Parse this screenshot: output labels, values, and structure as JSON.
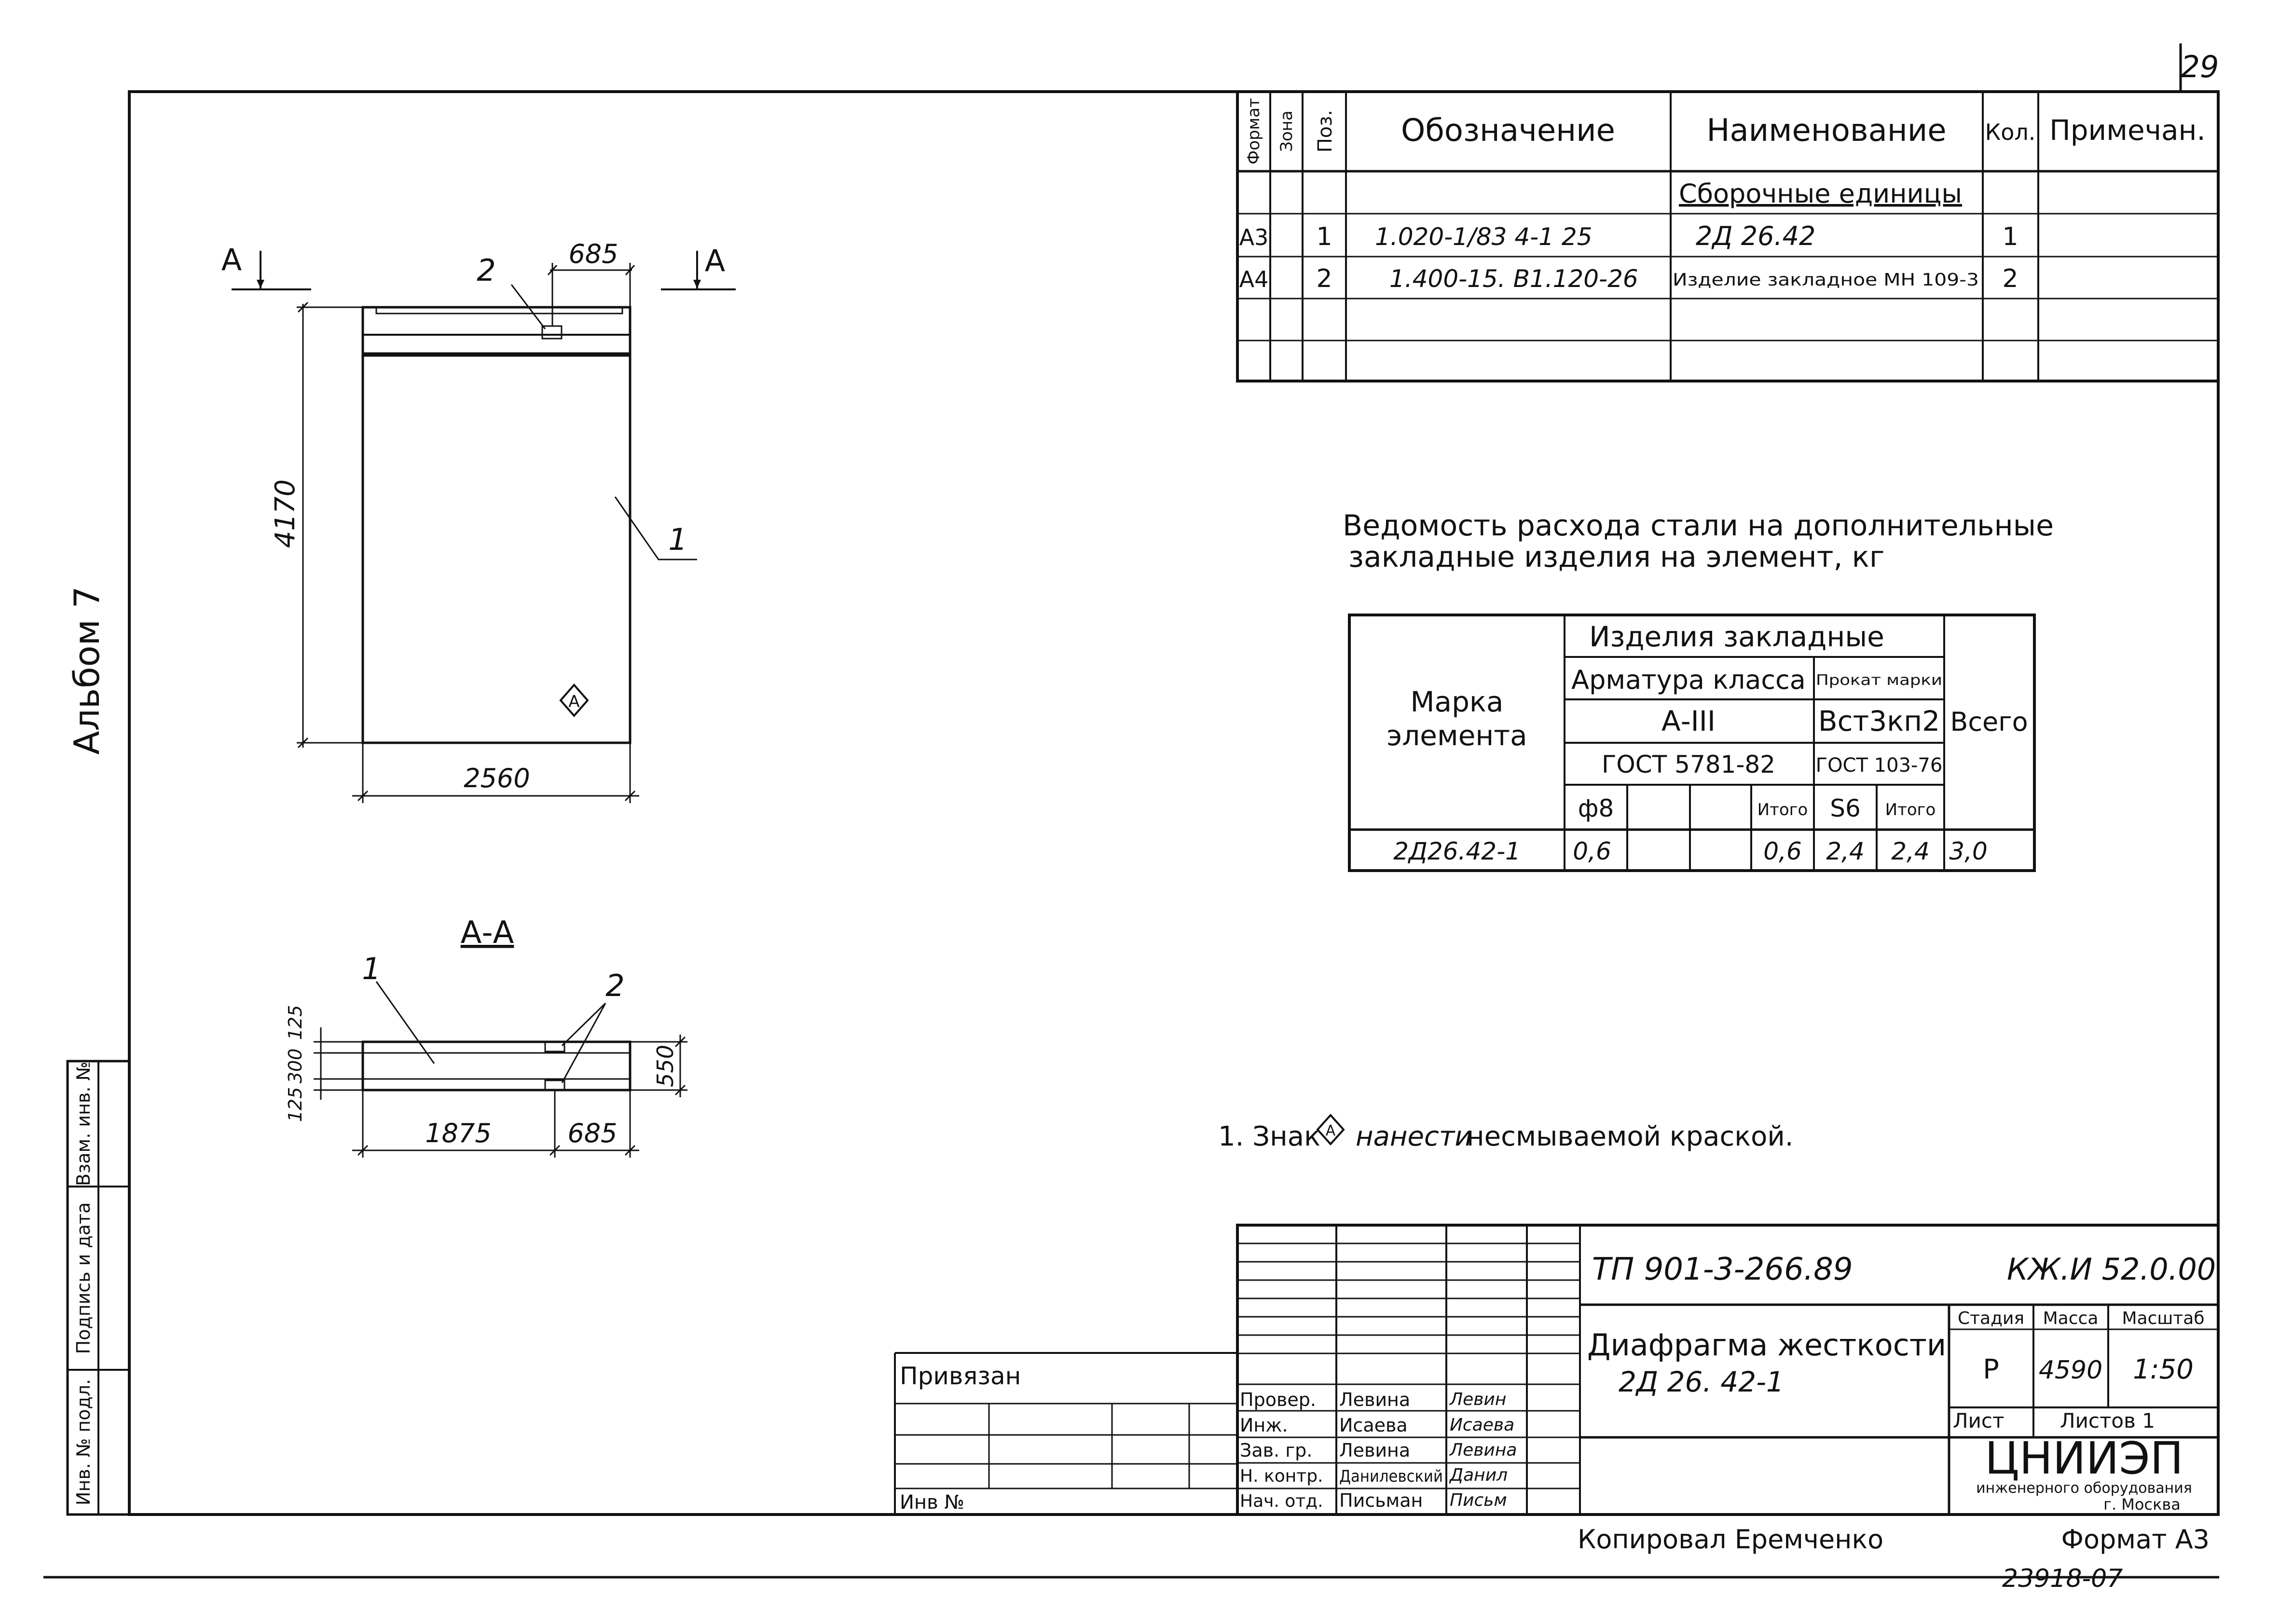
{
  "page_number": "29",
  "album_label": "Альбом 7",
  "side_stamp": {
    "inv_podl": "Инв. № подл.",
    "podpis_data": "Подпись и дата",
    "vzam_inv": "Взам. инв. №"
  },
  "spec_table": {
    "headers": {
      "format": "Формат",
      "zona": "Зона",
      "poz": "Поз.",
      "oboznachenie": "Обозначение",
      "naimenovanie": "Наименование",
      "kol": "Кол.",
      "primechanie": "Примечан."
    },
    "section_title": "Сборочные единицы",
    "rows": [
      {
        "format": "А3",
        "poz": "1",
        "oboznachenie": "1.020-1/83 4-1 25",
        "naimenovanie": "2Д 26.42",
        "kol": "1"
      },
      {
        "format": "А4",
        "poz": "2",
        "oboznachenie": "1.400-15. В1.120-26",
        "naimenovanie": "Изделие закладное МН 109-3",
        "kol": "2"
      }
    ]
  },
  "steel_title_line1": "Ведомость расхода стали на дополнительные",
  "steel_title_line2": "закладные изделия на элемент, кг",
  "steel_table": {
    "marka_line1": "Марка",
    "marka_line2": "элемента",
    "izdeliya": "Изделия закладные",
    "armatura": "Арматура класса",
    "prokat": "Прокат марки",
    "vsego": "Всего",
    "klass": "А-III",
    "stal": "Вст3кп2",
    "gost1": "ГОСТ 5781-82",
    "gost2": "ГОСТ 103-76",
    "phi8": "ф8",
    "itogo1": "Итого",
    "s6": "S6",
    "itogo2": "Итого",
    "row": {
      "marka": "2Д26.42-1",
      "phi8": "0,6",
      "itogo1": "0,6",
      "s6": "2,4",
      "itogo2": "2,4",
      "vsego": "3,0"
    }
  },
  "drawing": {
    "section_cut": "А",
    "section_label": "А-А",
    "dim_width": "2560",
    "dim_height": "4170",
    "dim_top_offset": "685",
    "dim_left": "1875",
    "dim_right": "685",
    "dim_thickness": "550",
    "dim_layers": [
      "125",
      "300",
      "125"
    ],
    "callout_1": "1",
    "callout_2": "2",
    "mark_symbol": "А"
  },
  "note": {
    "prefix": "1. Знак",
    "symbol": "А",
    "handwritten": "нанести",
    "suffix": "несмываемой краской."
  },
  "title_block": {
    "doc_code": "ТП 901-3-266.89",
    "sheet_code": "КЖ.И 52.0.00",
    "title_line1": "Диафрагма жесткости",
    "title_line2": "2Д 26. 42-1",
    "stadiya_label": "Стадия",
    "massa_label": "Масса",
    "masshtab_label": "Масштаб",
    "stadiya": "Р",
    "massa": "4590",
    "masshtab": "1:50",
    "list_label": "Лист",
    "listov_label": "Листов 1",
    "org_name": "ЦНИИЭП",
    "org_sub": "инженерного оборудования",
    "org_city": "г. Москва",
    "privyazan": "Привязан",
    "inv_no": "Инв №",
    "roles": [
      {
        "role": "Провер.",
        "name": "Левина",
        "sign": "Левин"
      },
      {
        "role": "Инж.",
        "name": "Исаева",
        "sign": "Исаева"
      },
      {
        "role": "Зав. гр.",
        "name": "Левина",
        "sign": "Левина"
      },
      {
        "role": "Н. контр.",
        "name": "Данилевский",
        "sign": "Данил"
      },
      {
        "role": "Нач. отд.",
        "name": "Письман",
        "sign": "Письм"
      }
    ]
  },
  "copied_by": "Копировал Еремченко",
  "format_label": "Формат А3",
  "bottom_code": "23918-07"
}
